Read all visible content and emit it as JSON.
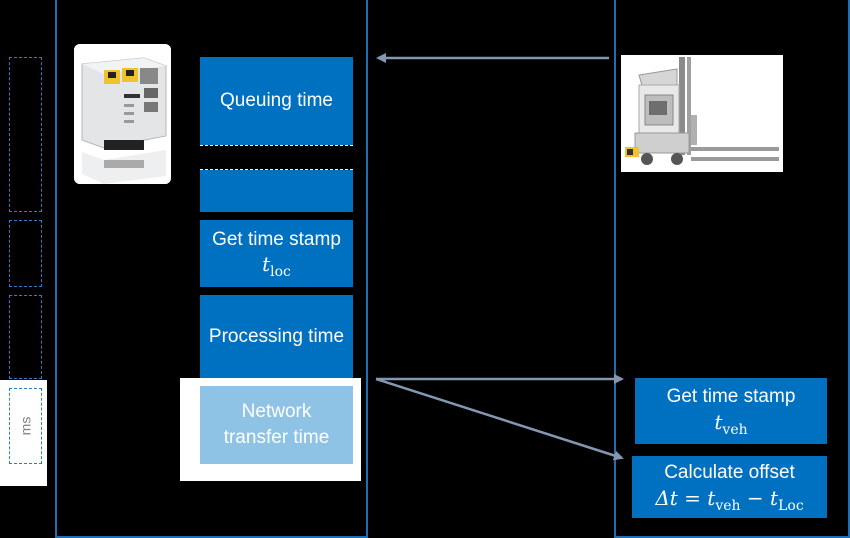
{
  "left_scale": {
    "unit": "ms"
  },
  "blocks": {
    "queuing": "Queuing time",
    "timestamp_loc_label": "Get time stamp",
    "timestamp_loc_var": "t",
    "timestamp_loc_sub": "loc",
    "processing": "Processing time",
    "network_line1": "Network",
    "network_line2": "transfer time",
    "timestamp_veh_label": "Get time stamp",
    "timestamp_veh_var": "t",
    "timestamp_veh_sub": "veh",
    "offset_label": "Calculate offset",
    "offset_delta": "Δt",
    "offset_eq": "=",
    "offset_t1": "t",
    "offset_t1_sub": "veh",
    "offset_minus": "−",
    "offset_t2": "t",
    "offset_t2_sub": "Loc"
  },
  "colors": {
    "frame": "#1f6fb5",
    "block": "#0070c0",
    "network_block": "#8fc3e6",
    "arrow": "#8497b0"
  },
  "icons": {
    "left_device": "safety-controller-device-image",
    "right_vehicle": "forklift-vehicle-image"
  }
}
